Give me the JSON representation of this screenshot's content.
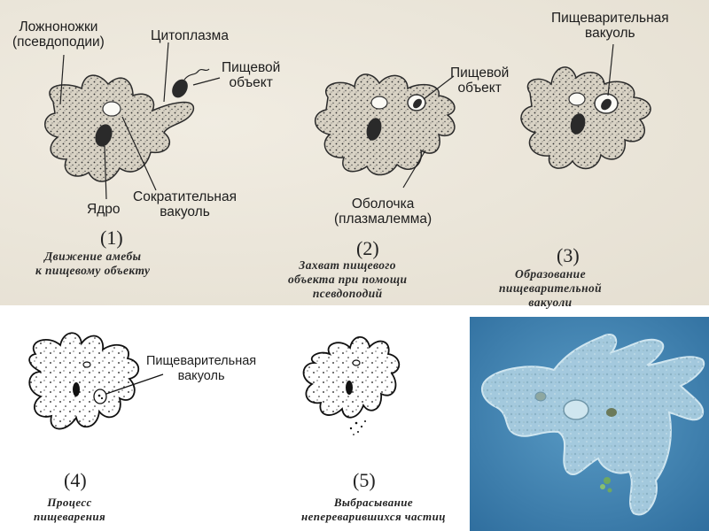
{
  "labels": {
    "pseudopodia": "Ложноножки\n(псевдоподии)",
    "cytoplasm": "Цитоплазма",
    "food_object_1": "Пищевой\nобъект",
    "nucleus": "Ядро",
    "contractile_vacuole": "Сократительная\nвакуоль",
    "food_object_2": "Пищевой\nобъект",
    "membrane": "Оболочка\n(плазмалемма)",
    "digestive_vacuole_3": "Пищеварительная\nвакуоль",
    "digestive_vacuole_4": "Пищеварительная\nвакуоль"
  },
  "stages": [
    {
      "number": "(1)",
      "caption": "Движение амебы\nк пищевому объекту"
    },
    {
      "number": "(2)",
      "caption": "Захват пищевого\nобъекта при помощи\nпсевдоподий"
    },
    {
      "number": "(3)",
      "caption": "Образование\nпищеварительной\nвакуоли"
    },
    {
      "number": "(4)",
      "caption": "Процесс\nпищеварения"
    },
    {
      "number": "(5)",
      "caption": "Выбрасывание\nнепереварившихся частиц"
    }
  ],
  "colors": {
    "scan_background": "#ece6d8",
    "cell_fill": "#d8d2c4",
    "photo_background": "#3f86b5",
    "photo_amoeba": "#a9cde0"
  }
}
